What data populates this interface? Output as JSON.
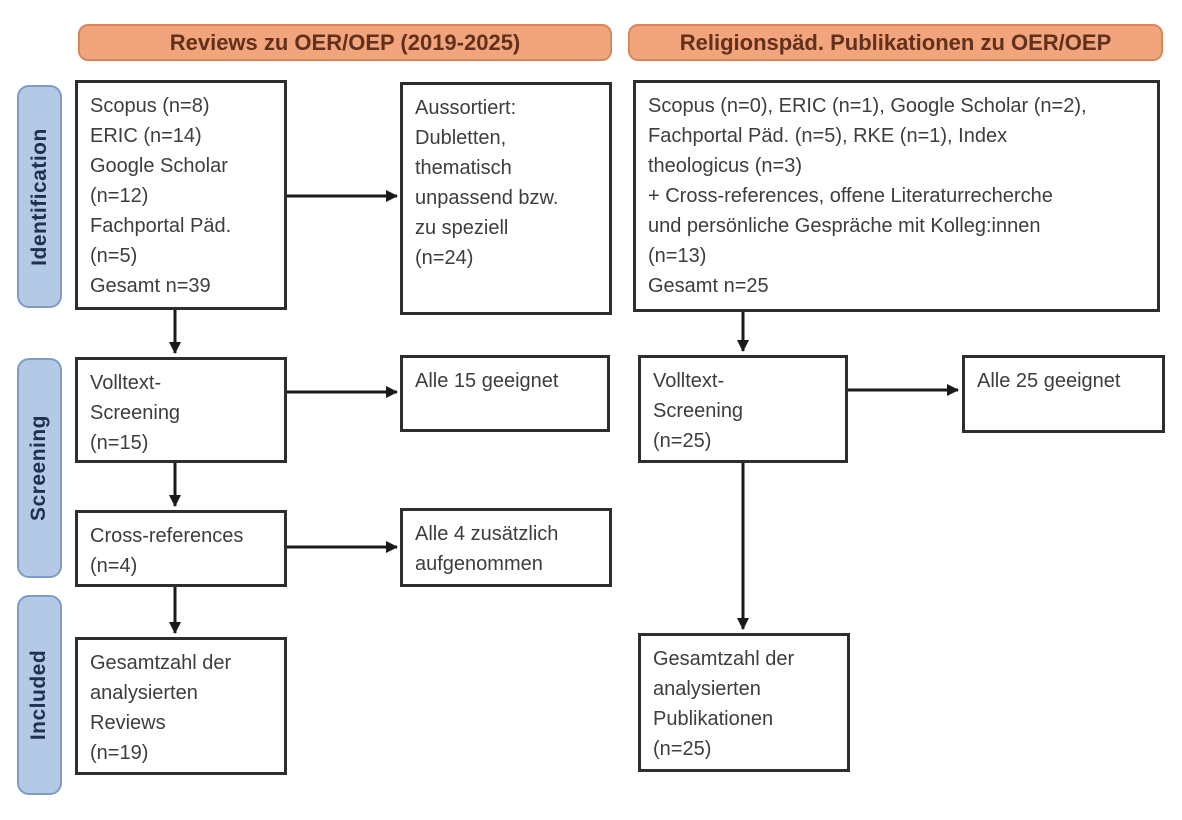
{
  "headers": {
    "left": "Reviews zu OER/OEP (2019-2025)",
    "right": "Religionspäd. Publikationen zu OER/OEP"
  },
  "stages": {
    "identification": "Identification",
    "screening": "Screening",
    "included": "Included"
  },
  "boxes": {
    "reviews_sources": "Scopus (n=8)\nERIC (n=14)\nGoogle Scholar\n(n=12)\nFachportal Päd.\n(n=5)\nGesamt n=39",
    "reviews_excluded": "Aussortiert:\nDubletten,\nthematisch\nunpassend bzw.\nzu speziell\n(n=24)",
    "reviews_fulltext": "Volltext-\nScreening\n(n=15)",
    "reviews_fulltext_result": "Alle 15 geeignet",
    "reviews_crossref": "Cross-references\n(n=4)",
    "reviews_crossref_result": "Alle 4 zusätzlich\naufgenommen",
    "reviews_included": "Gesamtzahl der\nanalysierten\nReviews\n(n=19)",
    "relpaed_sources": "Scopus (n=0), ERIC (n=1), Google Scholar (n=2),\nFachportal Päd. (n=5), RKE (n=1), Index\ntheologicus (n=3)\n+ Cross-references, offene Literaturrecherche\nund persönliche Gespräche mit Kolleg:innen\n(n=13)\nGesamt n=25",
    "relpaed_fulltext": "Volltext-\nScreening\n(n=25)",
    "relpaed_fulltext_result": "Alle 25 geeignet",
    "relpaed_included": "Gesamtzahl der\nanalysierten\nPublikationen\n(n=25)"
  },
  "colors": {
    "header-fill": "#F2A47C",
    "header-border": "#D6885A",
    "header-text": "#61311C",
    "stage-fill": "#B4C9E6",
    "stage-border": "#7E9CC4",
    "stage-text": "#1E3250",
    "box-border": "#2E2E2E",
    "box-text": "#3D3D3D",
    "arrow": "#1A1A1A",
    "background": "#FFFFFF"
  }
}
